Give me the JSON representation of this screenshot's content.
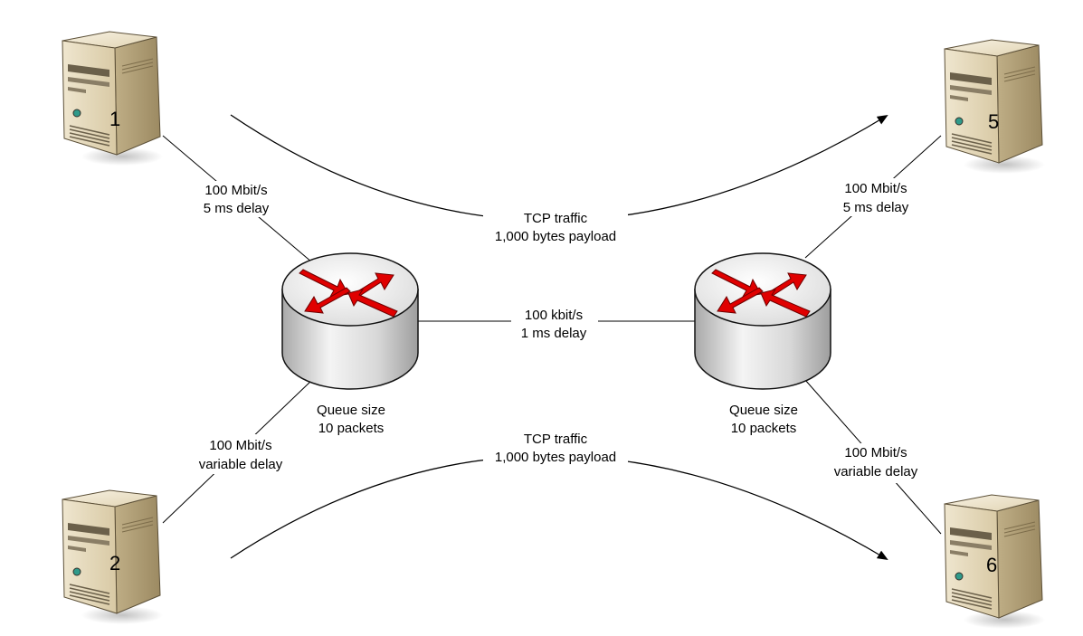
{
  "servers": [
    {
      "id": "server-1",
      "number": "1"
    },
    {
      "id": "server-2",
      "number": "2"
    },
    {
      "id": "server-5",
      "number": "5"
    },
    {
      "id": "server-6",
      "number": "6"
    }
  ],
  "links": {
    "s1_router": {
      "line1": "100 Mbit/s",
      "line2": "5 ms delay"
    },
    "s2_router": {
      "line1": "100 Mbit/s",
      "line2": "variable delay"
    },
    "s5_router": {
      "line1": "100 Mbit/s",
      "line2": "5 ms delay"
    },
    "s6_router": {
      "line1": "100 Mbit/s",
      "line2": "variable delay"
    },
    "bottleneck": {
      "line1": "100 kbit/s",
      "line2": "1 ms delay"
    }
  },
  "routers": [
    {
      "id": "router-left",
      "queue_line1": "Queue size",
      "queue_line2": "10 packets"
    },
    {
      "id": "router-right",
      "queue_line1": "Queue size",
      "queue_line2": "10 packets"
    }
  ],
  "flows": {
    "top": {
      "line1": "TCP traffic",
      "line2": "1,000 bytes payload"
    },
    "bottom": {
      "line1": "TCP traffic",
      "line2": "1,000 bytes payload"
    }
  },
  "colors": {
    "arrow_red": "#e00000",
    "server_beige": "#e3d6b6",
    "router_gray": "#c9c9c9"
  }
}
